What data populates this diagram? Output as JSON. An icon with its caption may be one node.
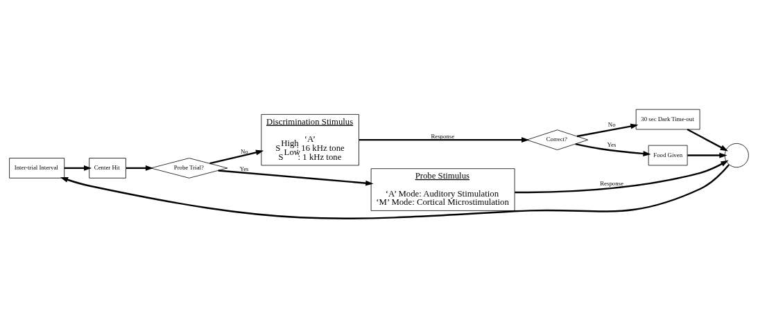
{
  "diagram": {
    "nodes": [
      {
        "text": [
          "Inter-trial Interval"
        ]
      },
      {
        "text": [
          "Center Hit"
        ]
      },
      {
        "text": [
          "Probe Trial?"
        ]
      },
      {
        "text": [
          "Discrimination Stimulus",
          "‘A’",
          "S$^{High}$: 16 kHz tone",
          "S$^{Low}$: 1 kHz tone"
        ]
      },
      {
        "text": [
          "Probe Stimulus",
          "‘A’ Mode: Auditory Stimulation",
          "‘M’ Mode: Cortical Microstimulation"
        ]
      },
      {
        "text": [
          "Correct?"
        ]
      },
      {
        "text": [
          "30 sec Dark Time-out"
        ]
      },
      {
        "text": [
          "Food Given"
        ]
      },
      {
        "text": [],
        "shape": "circle"
      }
    ],
    "edges": [
      {
        "from": 0,
        "to": 1,
        "arrow": "to"
      },
      {
        "from": 1,
        "to": 2,
        "arrow": "to"
      },
      {
        "from": 2,
        "to": 3,
        "arrow": "to",
        "label": "No"
      },
      {
        "from": 2,
        "to": 4,
        "arrow": "to",
        "label": "Yes"
      },
      {
        "from": 3,
        "to": 5,
        "arrow": "to",
        "label": "Response"
      },
      {
        "from": 5,
        "to": 6,
        "arrow": "to",
        "label": "No"
      },
      {
        "from": 5,
        "to": 7,
        "arrow": "to",
        "label": "Yes"
      },
      {
        "from": 6,
        "to": 8,
        "arrow": "to"
      },
      {
        "from": 7,
        "to": 8,
        "arrow": "to"
      },
      {
        "from": 4,
        "to": 8,
        "arrow": "to",
        "label": "Response"
      },
      {
        "from": 8,
        "to": 0,
        "arrow": "to"
      }
    ]
  }
}
